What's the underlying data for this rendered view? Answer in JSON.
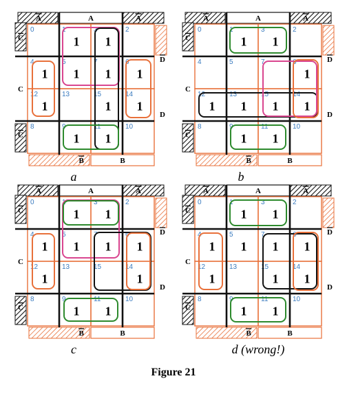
{
  "figure_title": "Figure 21",
  "labels": {
    "A": "A",
    "B": "B",
    "C": "C",
    "D": "D",
    "notA": "A",
    "notB": "B",
    "notC": "C",
    "notD": "D"
  },
  "cell_numbers": [
    "0",
    "1",
    "3",
    "2",
    "4",
    "5",
    "7",
    "6",
    "12",
    "13",
    "15",
    "14",
    "8",
    "9",
    "11",
    "10"
  ],
  "one_symbol": "1",
  "colors": {
    "grid": "#111111",
    "orange": "#e8703a",
    "pink": "#d9458f",
    "green": "#2d8a2d",
    "black": "#111111",
    "number": "#3a7bbf"
  },
  "maps": [
    {
      "caption": "a",
      "ones": [
        1,
        3,
        5,
        7,
        15,
        11,
        9,
        4,
        12,
        6,
        14
      ],
      "loops": [
        {
          "color": "pink",
          "cells": [
            1,
            3,
            5,
            7
          ]
        },
        {
          "color": "black",
          "cells": [
            3,
            7,
            15,
            11
          ]
        },
        {
          "color": "orange",
          "cells": [
            4,
            12
          ]
        },
        {
          "color": "orange",
          "cells": [
            6,
            14
          ]
        },
        {
          "color": "green",
          "cells": [
            9,
            11
          ]
        }
      ]
    },
    {
      "caption": "b",
      "ones": [
        1,
        3,
        12,
        13,
        15,
        14,
        6,
        9,
        11
      ],
      "loops": [
        {
          "color": "green",
          "cells": [
            1,
            3
          ]
        },
        {
          "color": "black",
          "cells": [
            12,
            13,
            15,
            14
          ]
        },
        {
          "color": "pink",
          "cells": [
            7,
            6,
            15,
            14
          ]
        },
        {
          "color": "orange",
          "cells": [
            6,
            14
          ]
        },
        {
          "color": "green",
          "cells": [
            9,
            11
          ]
        }
      ]
    },
    {
      "caption": "c",
      "ones": [
        1,
        3,
        5,
        7,
        4,
        12,
        6,
        14,
        9,
        11
      ],
      "loops": [
        {
          "color": "pink",
          "cells": [
            1,
            3,
            5,
            7
          ]
        },
        {
          "color": "green",
          "cells": [
            1,
            3
          ]
        },
        {
          "color": "orange",
          "cells": [
            4,
            12
          ]
        },
        {
          "color": "black",
          "cells": [
            7,
            6,
            15,
            14
          ]
        },
        {
          "color": "orange",
          "cells": [
            6,
            14
          ]
        },
        {
          "color": "green",
          "cells": [
            9,
            11
          ]
        }
      ]
    },
    {
      "caption": "d (wrong!)",
      "ones": [
        1,
        3,
        5,
        4,
        12,
        7,
        6,
        15,
        14,
        9,
        11
      ],
      "loops": [
        {
          "color": "green",
          "cells": [
            1,
            3
          ]
        },
        {
          "color": "orange",
          "cells": [
            4,
            12
          ]
        },
        {
          "color": "black",
          "cells": [
            7,
            6,
            15,
            14
          ]
        },
        {
          "color": "orange",
          "cells": [
            6,
            14
          ]
        },
        {
          "color": "green",
          "cells": [
            9,
            11
          ]
        }
      ]
    }
  ]
}
